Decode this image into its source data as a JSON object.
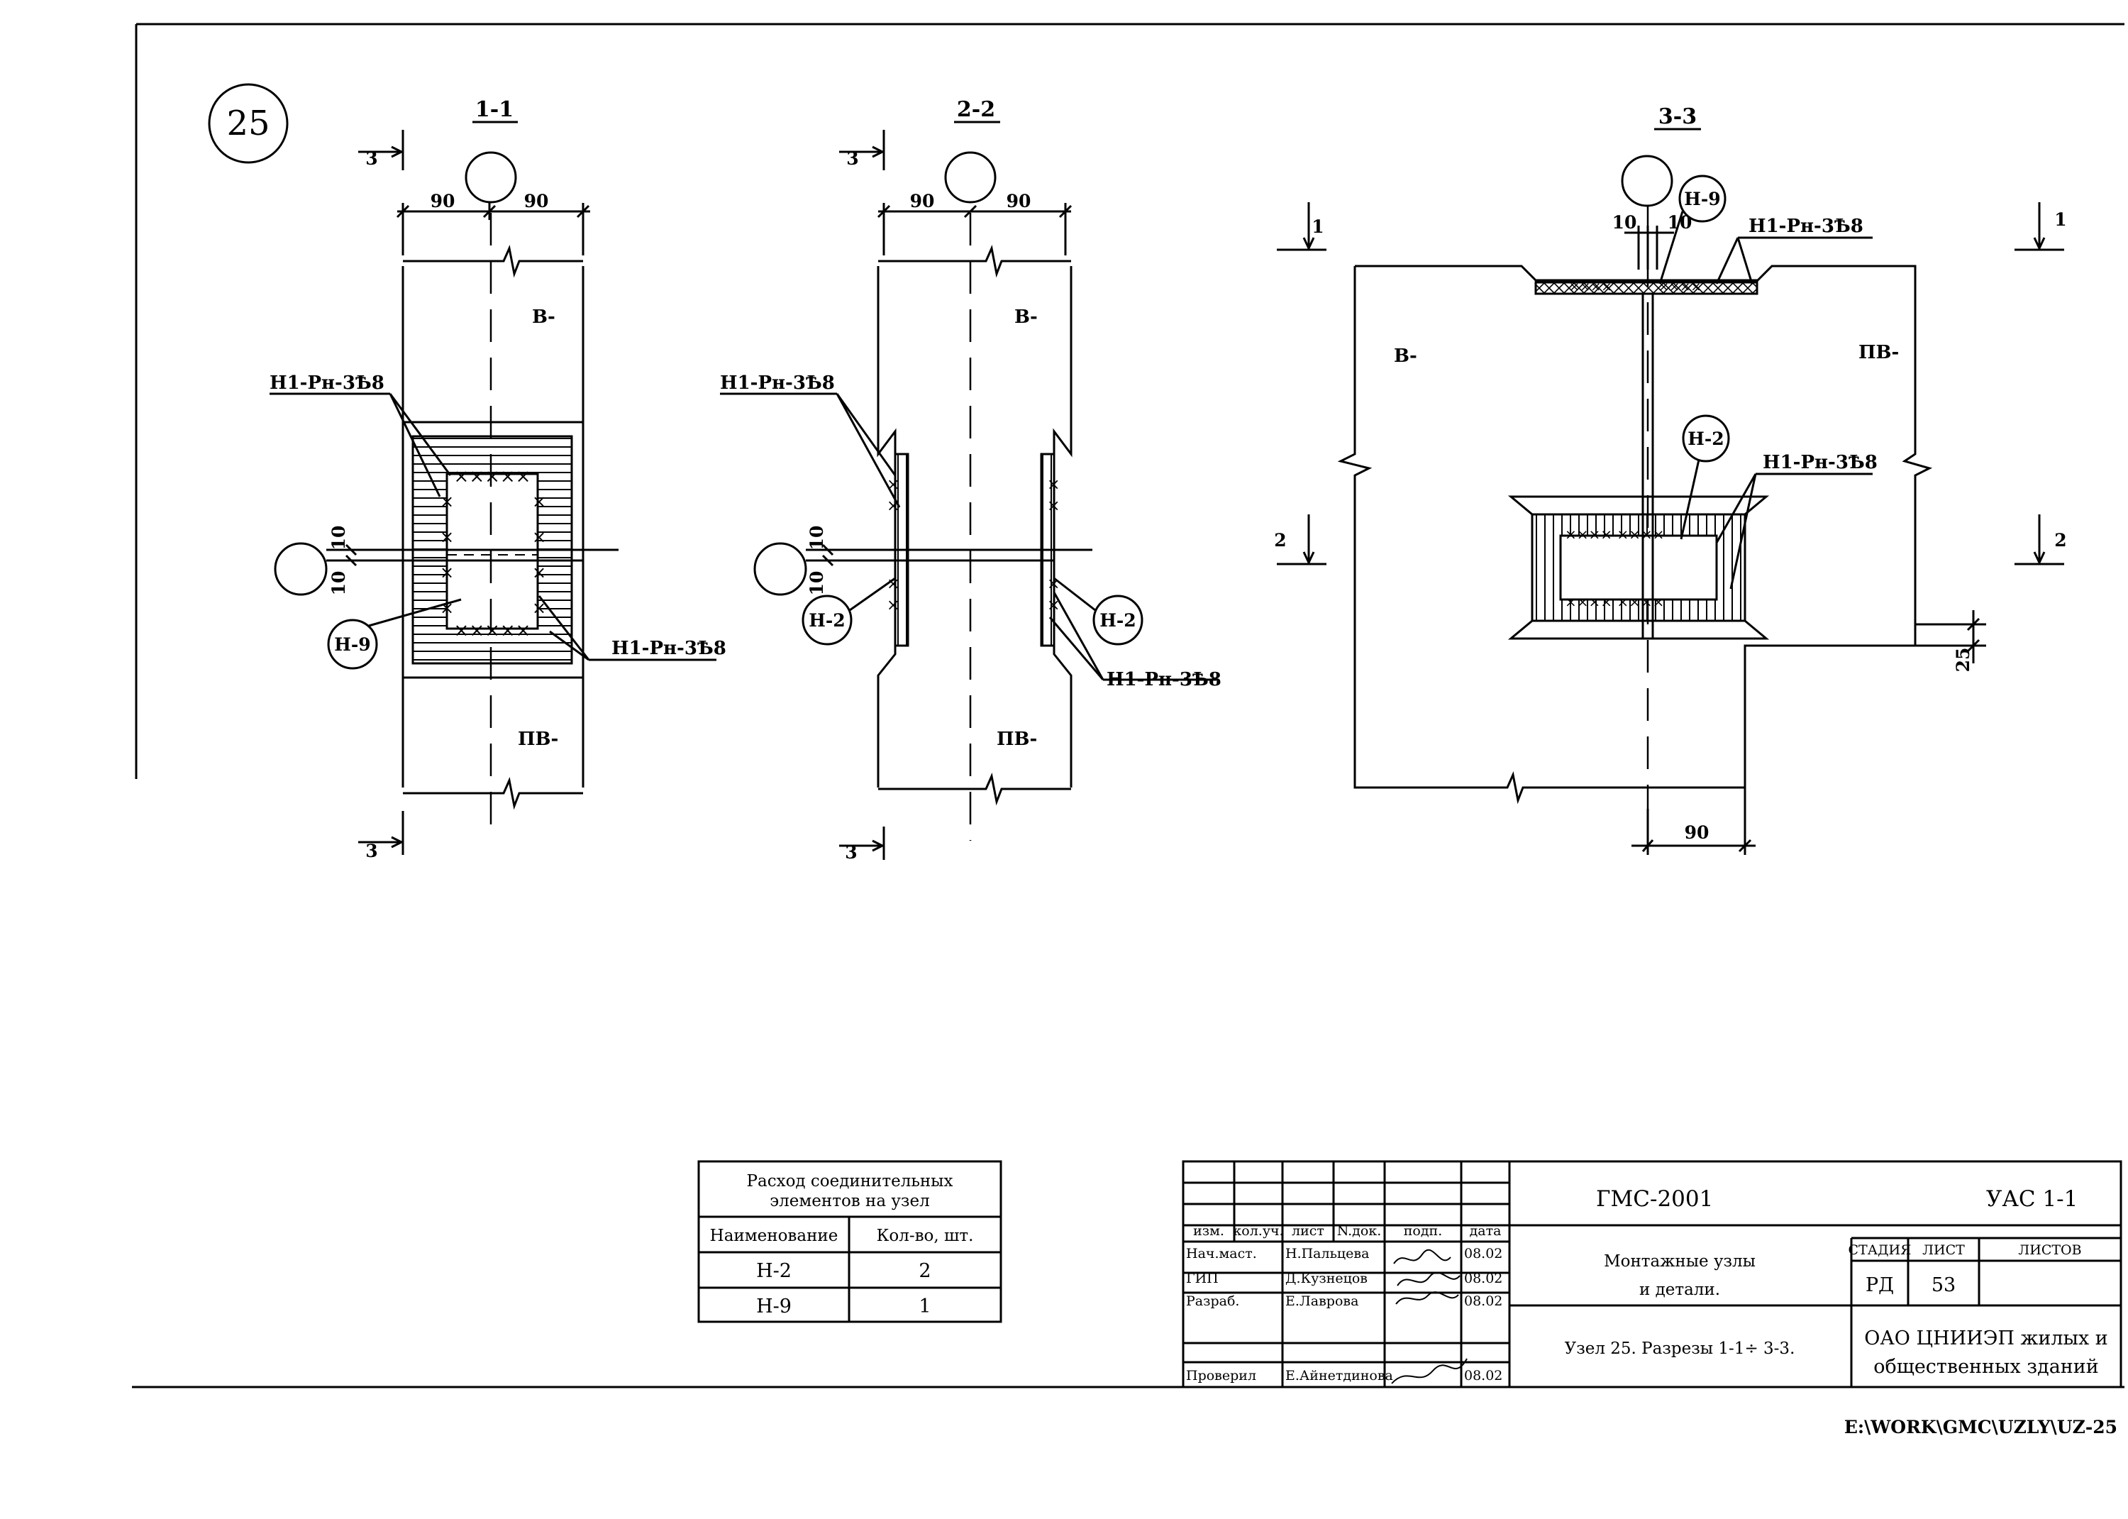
{
  "node_number": "25",
  "sections": {
    "s11": {
      "title": "1-1",
      "cut": "3",
      "dim_left": "90",
      "dim_right": "90",
      "gap_top": "10",
      "gap_bottom": "10",
      "top_panel": "В-",
      "bottom_panel": "ПВ-",
      "weld_top": "Н1-Рн-3Ѣ8",
      "weld_bottom": "Н1-Рн-3Ѣ8",
      "tag": "Н-9"
    },
    "s22": {
      "title": "2-2",
      "cut": "3",
      "dim_left": "90",
      "dim_right": "90",
      "gap_top": "10",
      "gap_bottom": "10",
      "top_panel": "В-",
      "bottom_panel": "ПВ-",
      "weld_top": "Н1-Рн-3Ѣ8",
      "weld_bottom": "Н1-Рн-3Ѣ8",
      "tag_left": "Н-2",
      "tag_right": "Н-2"
    },
    "s33": {
      "title": "3-3",
      "cut1": "1",
      "cut2": "2",
      "dim_left": "10",
      "dim_right": "10",
      "dim_bottom": "90",
      "dim_side": "25",
      "left_panel": "В-",
      "right_panel": "ПВ-",
      "tag_top": "Н-9",
      "tag_mid": "Н-2",
      "weld_top": "Н1-Рн-3Ѣ8",
      "weld_mid": "Н1-Рн-3Ѣ8"
    }
  },
  "consumption_table": {
    "title_line1": "Расход соединительных",
    "title_line2": "элементов на узел",
    "col_name": "Наименование",
    "col_qty": "Кол-во, шт.",
    "rows": [
      {
        "name": "Н-2",
        "qty": "2"
      },
      {
        "name": "Н-9",
        "qty": "1"
      }
    ]
  },
  "title_block": {
    "headers": {
      "izm": "изм.",
      "kol": "кол.уч.",
      "list": "лист",
      "ndok": "N.док.",
      "podp": "подп.",
      "data": "дата"
    },
    "people": [
      {
        "role": "Нач.маст.",
        "name": "Н.Пальцева",
        "date": "08.02"
      },
      {
        "role": "ГИП",
        "name": "Д.Кузнецов",
        "date": "08.02"
      },
      {
        "role": "Разраб.",
        "name": "Е.Лаврова",
        "date": "08.02"
      },
      {
        "role": "Проверил",
        "name": "Е.Айнетдинова",
        "date": "08.02"
      }
    ],
    "project": "ГМС-2001",
    "code": "УАС 1-1",
    "subject_line1": "Монтажные узлы",
    "subject_line2": "и детали.",
    "description": "Узел 25.   Разрезы 1-1÷ 3-3.",
    "stage_label": "СТАДИЯ",
    "sheet_label": "ЛИСТ",
    "sheets_label": "ЛИСТОВ",
    "stage": "РД",
    "sheet": "53",
    "org_line1": "ОАО ЦНИИЭП жилых и",
    "org_line2": "общественных зданий"
  },
  "file_path": "E:\\WORK\\GMC\\UZLY\\UZ-25"
}
